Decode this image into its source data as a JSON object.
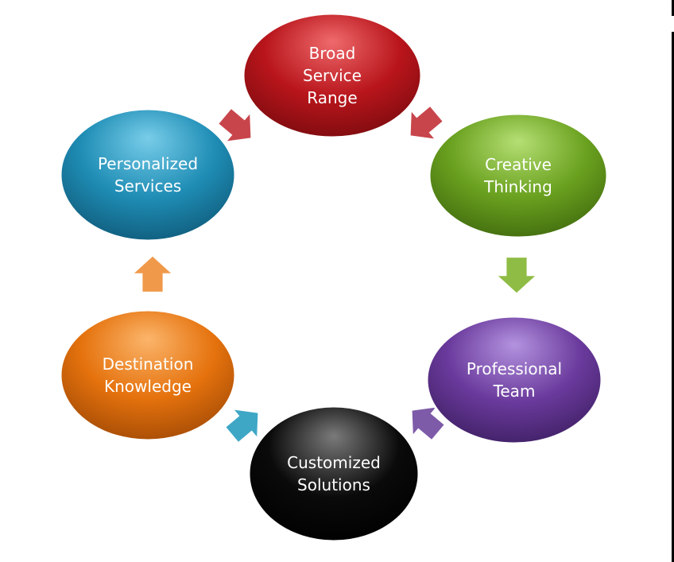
{
  "nodes": [
    {
      "id": "broad-service-range",
      "lines": [
        "Broad",
        "Service",
        "Range"
      ],
      "color": "#b8151b",
      "light": "#ef6a6c",
      "dark": "#7a0b0e"
    },
    {
      "id": "creative-thinking",
      "lines": [
        "Creative",
        "Thinking"
      ],
      "color": "#6aa11f",
      "light": "#b5df74",
      "dark": "#406a0e"
    },
    {
      "id": "professional-team",
      "lines": [
        "Professional",
        "Team"
      ],
      "color": "#6a3a9c",
      "light": "#b393df",
      "dark": "#3e1f63"
    },
    {
      "id": "customized-solutions",
      "lines": [
        "Customized",
        "Solutions"
      ],
      "color": "#0a0a0a",
      "light": "#7a7a7a",
      "dark": "#000000"
    },
    {
      "id": "destination-knowledge",
      "lines": [
        "Destination",
        "Knowledge"
      ],
      "color": "#e5720d",
      "light": "#fbb56b",
      "dark": "#a24a05"
    },
    {
      "id": "personalized-services",
      "lines": [
        "Personalized",
        "Services"
      ],
      "color": "#1f8db5",
      "light": "#78cde9",
      "dark": "#0f5a79"
    }
  ],
  "arrows": [
    {
      "id": "arrow-personalized-to-broad",
      "color": "#c8454b"
    },
    {
      "id": "arrow-broad-to-creative",
      "color": "#c8454b"
    },
    {
      "id": "arrow-creative-to-professional",
      "color": "#8fbc45"
    },
    {
      "id": "arrow-professional-to-customized",
      "color": "#7d5ba8"
    },
    {
      "id": "arrow-customized-to-destination",
      "color": "#3fa7c6"
    },
    {
      "id": "arrow-destination-to-personalized",
      "color": "#f0994a"
    }
  ]
}
